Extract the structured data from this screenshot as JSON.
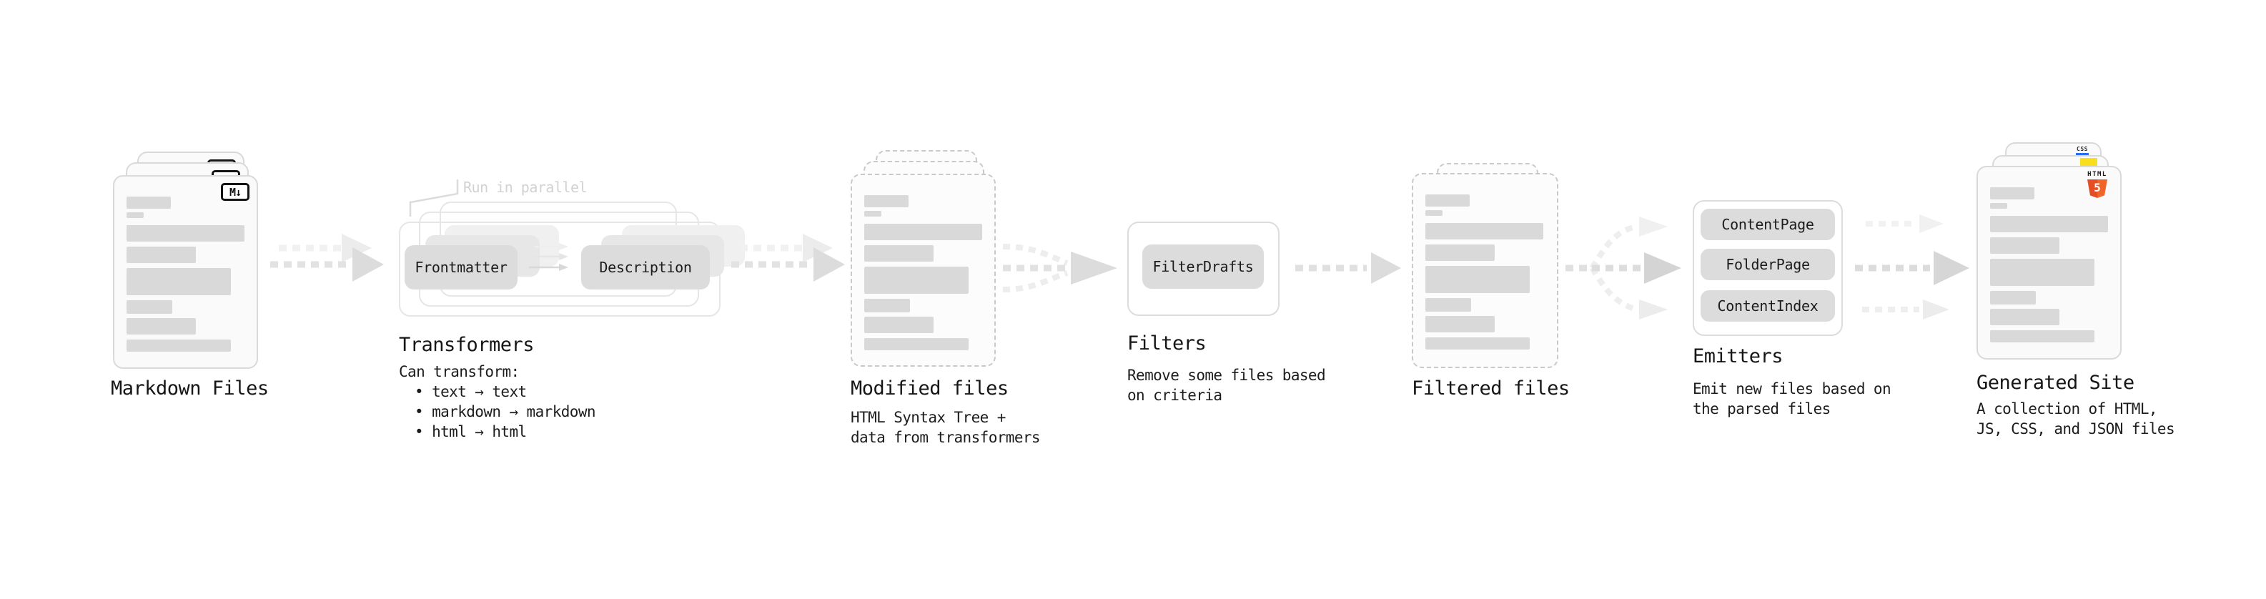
{
  "stages": [
    {
      "id": "markdown-files",
      "label": "Markdown Files"
    },
    {
      "id": "transformers",
      "label": "Transformers",
      "note": "Run in parallel",
      "pills": [
        "Frontmatter",
        "Description"
      ],
      "caption_title": "Can transform:",
      "bullets": [
        "• text → text",
        "• markdown → markdown",
        "• html → html"
      ]
    },
    {
      "id": "modified-files",
      "label": "Modified files",
      "caption": "HTML Syntax Tree +\ndata from transformers"
    },
    {
      "id": "filters",
      "label": "Filters",
      "pills": [
        "FilterDrafts"
      ],
      "caption": "Remove some files based\non criteria"
    },
    {
      "id": "filtered-files",
      "label": "Filtered files"
    },
    {
      "id": "emitters",
      "label": "Emitters",
      "pills": [
        "ContentPage",
        "FolderPage",
        "ContentIndex"
      ],
      "caption": "Emit new files based on\nthe parsed files"
    },
    {
      "id": "generated-site",
      "label": "Generated Site",
      "caption": "A collection of HTML,\nJS, CSS, and JSON files"
    }
  ],
  "icons": {
    "markdown_badge": "M↓",
    "html5_label": "HTML",
    "html5_number": "5",
    "css_label": "CSS"
  },
  "colors": {
    "html5_orange": "#e44d26",
    "html5_orange_light": "#f16529",
    "js_yellow": "#f7df1e",
    "css_blue": "#2d6bf5",
    "pill_gray": "#dcdcdc",
    "card_border": "#d9d9d9",
    "arrow_gray": "#dcdcdc",
    "arrow_light": "#efefef",
    "text": "#161616",
    "note_gray": "#d2d2d2"
  }
}
